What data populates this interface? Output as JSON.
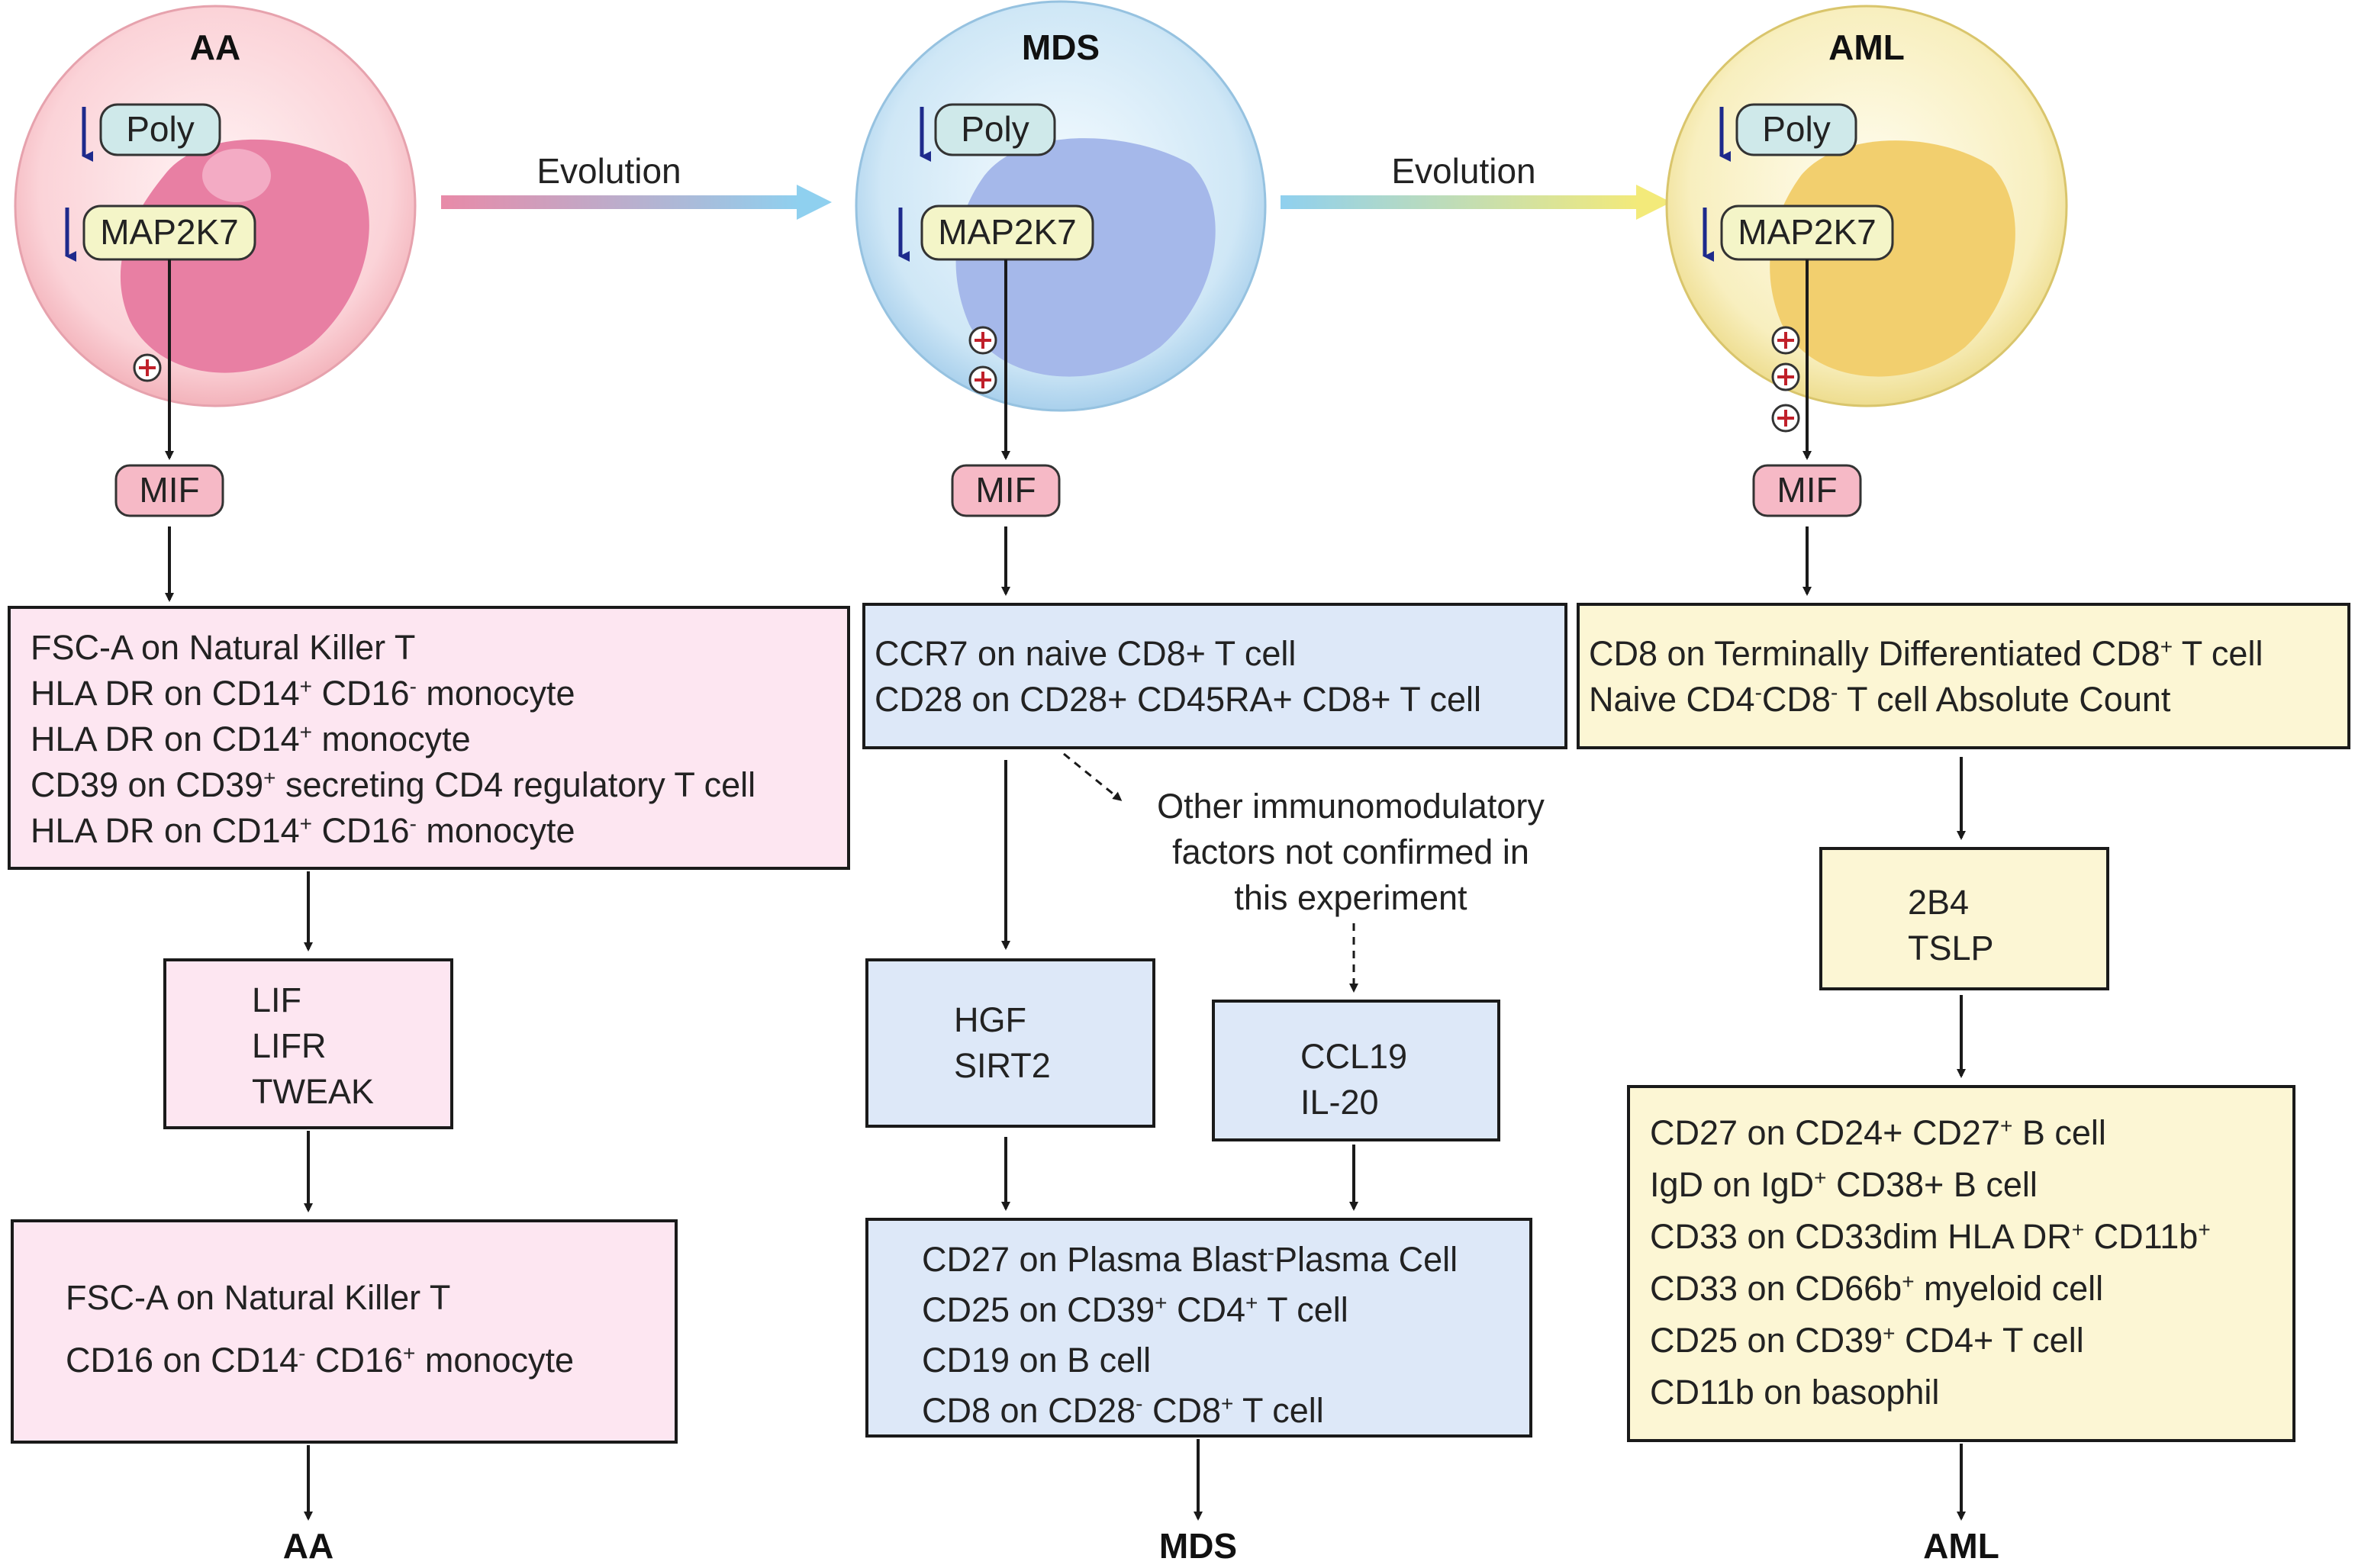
{
  "colors": {
    "aa_fill": "#fde6f1",
    "mds_fill": "#dde8f8",
    "aml_fill": "#fcf6d4",
    "box_stroke": "#1a1a1a",
    "down_arrow": "#1e2a8c",
    "plus_red": "#c0202a",
    "mif_fill": "#f6b9c6"
  },
  "columns": [
    {
      "id": "aa",
      "title": "AA",
      "cell": {
        "poly_label": "Poly",
        "map2k7_label": "MAP2K7",
        "mif_label": "MIF",
        "plus_count": 1
      },
      "box1": [
        [
          "FSC-A on Natural Killer T"
        ],
        [
          "HLA DR on CD14",
          {
            "sup": "+"
          },
          " CD16",
          {
            "sup": "-"
          },
          " monocyte"
        ],
        [
          "HLA DR on CD14",
          {
            "sup": "+"
          },
          " monocyte"
        ],
        [
          "CD39 on CD39",
          {
            "sup": "+"
          },
          " secreting CD4 regulatory T cell"
        ],
        [
          "HLA DR on CD14",
          {
            "sup": "+"
          },
          " CD16",
          {
            "sup": "-"
          },
          " monocyte"
        ]
      ],
      "box2": [
        [
          "LIF"
        ],
        [
          "LIFR"
        ],
        [
          "TWEAK"
        ]
      ],
      "box3": [
        [
          "FSC-A on Natural Killer T"
        ],
        [
          "CD16 on CD14",
          {
            "sup": "-"
          },
          " CD16",
          {
            "sup": "+"
          },
          " monocyte"
        ]
      ],
      "outcome": "AA"
    },
    {
      "id": "mds",
      "title": "MDS",
      "cell": {
        "poly_label": "Poly",
        "map2k7_label": "MAP2K7",
        "mif_label": "MIF",
        "plus_count": 2
      },
      "box1": [
        [
          "CCR7 on naive CD8+ T cell"
        ],
        [
          "CD28 on CD28+ CD45RA+ CD8+ T cell"
        ]
      ],
      "box2a": [
        [
          "HGF"
        ],
        [
          "SIRT2"
        ]
      ],
      "box2b": [
        [
          "CCL19"
        ],
        [
          "IL-20"
        ]
      ],
      "side_note": [
        "Other immunomodulatory",
        "factors not confirmed in",
        "this experiment"
      ],
      "box3": [
        [
          "CD27 on Plasma Blast",
          {
            "sup": "-"
          },
          "Plasma Cell"
        ],
        [
          "CD25 on CD39",
          {
            "sup": "+"
          },
          " CD4",
          {
            "sup": "+"
          },
          " T cell"
        ],
        [
          "CD19 on B cell"
        ],
        [
          "CD8 on CD28",
          {
            "sup": "-"
          },
          " CD8",
          {
            "sup": "+"
          },
          " T cell"
        ]
      ],
      "outcome": "MDS"
    },
    {
      "id": "aml",
      "title": "AML",
      "cell": {
        "poly_label": "Poly",
        "map2k7_label": "MAP2K7",
        "mif_label": "MIF",
        "plus_count": 3
      },
      "box1": [
        [
          "CD8 on Terminally Differentiated CD8",
          {
            "sup": "+"
          },
          " T cell"
        ],
        [
          "Naive CD4",
          {
            "sup": "-"
          },
          "CD8",
          {
            "sup": "-"
          },
          " T cell Absolute Count"
        ]
      ],
      "box2": [
        [
          "2B4"
        ],
        [
          "TSLP"
        ]
      ],
      "box3": [
        [
          "CD27 on CD24+ CD27",
          {
            "sup": "+"
          },
          " B cell"
        ],
        [
          "IgD on IgD",
          {
            "sup": "+"
          },
          " CD38+ B cell"
        ],
        [
          "CD33 on CD33dim HLA DR",
          {
            "sup": "+"
          },
          " CD11b",
          {
            "sup": "+"
          }
        ],
        [
          "CD33 on CD66b",
          {
            "sup": "+"
          },
          " myeloid cell"
        ],
        [
          "CD25 on CD39",
          {
            "sup": "+"
          },
          " CD4+ T cell"
        ],
        [
          "CD11b on basophil"
        ]
      ],
      "outcome": "AML"
    }
  ],
  "evolution_labels": [
    "Evolution",
    "Evolution"
  ]
}
